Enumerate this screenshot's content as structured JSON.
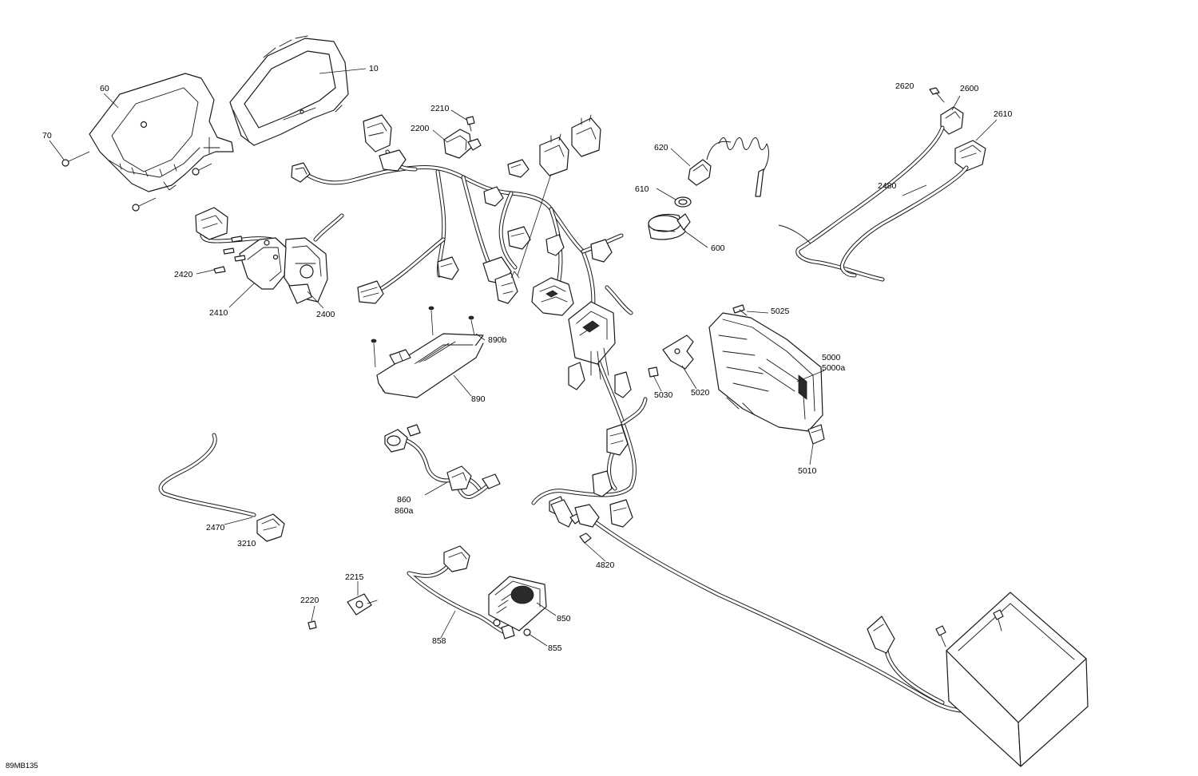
{
  "diagram": {
    "id_label": "89MB135",
    "callouts": {
      "c10": "10",
      "c60": "60",
      "c70": "70",
      "c2210": "2210",
      "c2200": "2200",
      "c620": "620",
      "c610": "610",
      "c600": "600",
      "c2620": "2620",
      "c2600": "2600",
      "c2610": "2610",
      "c2480": "2480",
      "c2420": "2420",
      "c2410": "2410",
      "c2400": "2400",
      "c890b": "890b",
      "c890": "890",
      "c5025": "5025",
      "c5000": "5000",
      "c5000a": "5000a",
      "c5030": "5030",
      "c5020": "5020",
      "c5010": "5010",
      "c860": "860",
      "c860a": "860a",
      "c2470": "2470",
      "c3210": "3210",
      "c4820": "4820",
      "c2215": "2215",
      "c2220": "2220",
      "c850": "850",
      "c855": "855",
      "c858": "858"
    }
  }
}
